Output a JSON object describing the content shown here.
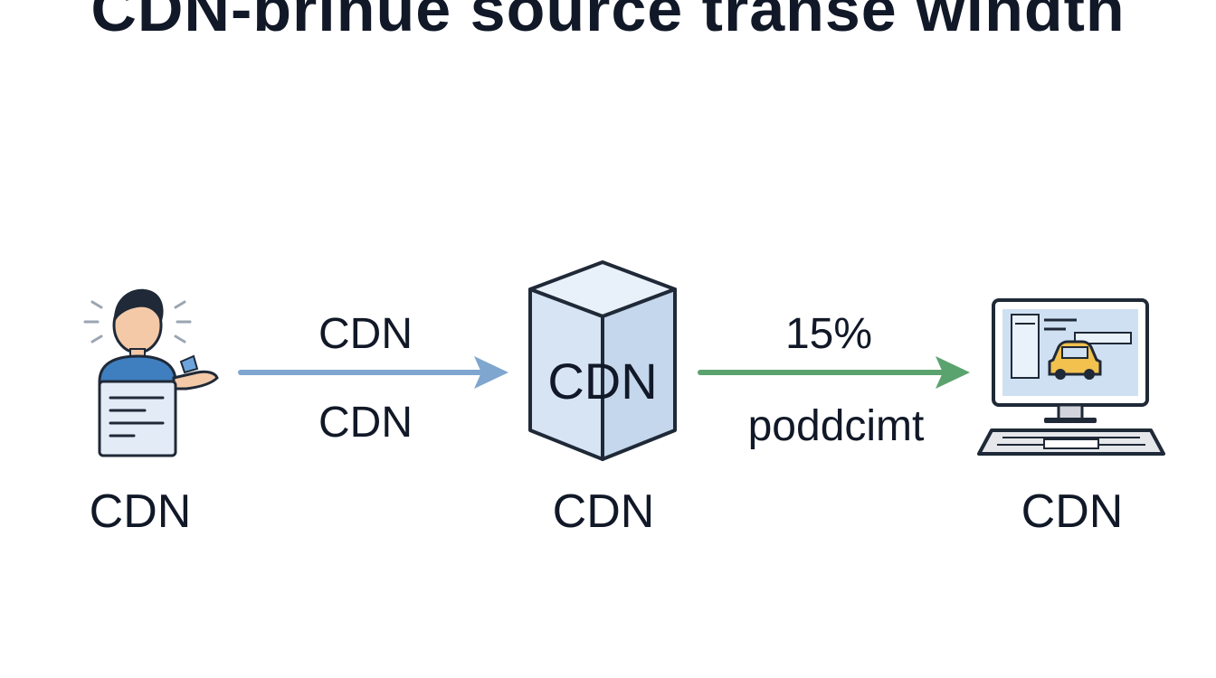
{
  "title": "CDN-brinue source transe windth",
  "nodes": {
    "user": {
      "label": "CDN",
      "icon": "user-document-icon"
    },
    "server": {
      "label": "CDN",
      "box_text": "CDN",
      "icon": "server-cube-icon"
    },
    "client": {
      "label": "CDN",
      "icon": "desktop-computer-icon"
    }
  },
  "edges": {
    "left": {
      "top_label": "CDN",
      "bottom_label": "CDN",
      "color": "#7ea6cf"
    },
    "right": {
      "top_label": "15%",
      "bottom_label": "poddcimt",
      "color": "#5aa36e"
    }
  },
  "colors": {
    "user_shirt": "#3f7fc0",
    "skin": "#f4c9a8",
    "hair": "#1f2937",
    "cube_fill": "#d6e4f3",
    "screen_fill": "#cfe0f3",
    "car_fill": "#f2c14e"
  }
}
